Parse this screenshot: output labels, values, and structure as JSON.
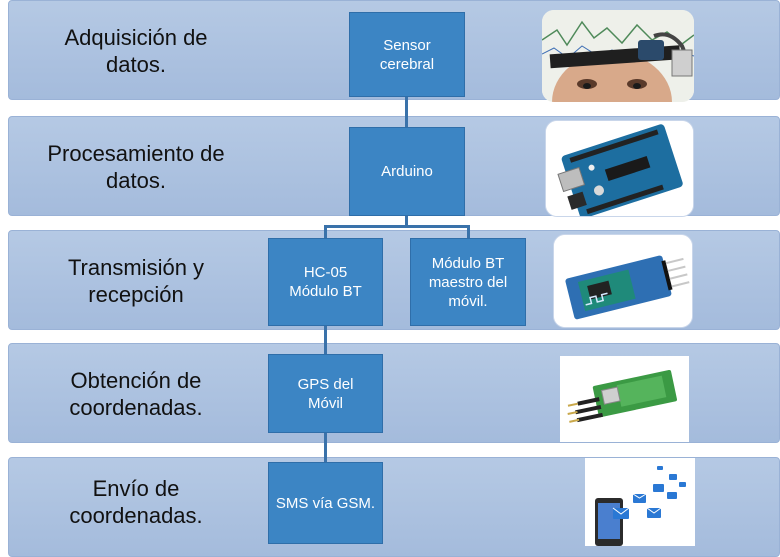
{
  "stages": [
    {
      "label": "Adquisición de\ndatos.",
      "image": "eeg-headset-photo"
    },
    {
      "label": "Procesamiento de\ndatos.",
      "image": "arduino-board-photo"
    },
    {
      "label": "Transmisión y\nrecepción",
      "image": "bluetooth-module-photo"
    },
    {
      "label": "Obtención de\ncoordenadas.",
      "image": "gps-module-photo"
    },
    {
      "label": "Envío de\ncoordenadas.",
      "image": "phone-messages-icon"
    }
  ],
  "nodes": {
    "sensor": "Sensor\ncerebral",
    "arduino": "Arduino",
    "hc05": "HC-05\nMódulo BT",
    "bt_master": "Módulo BT\nmaestro del\nmóvil.",
    "gps": "GPS del\nMóvil",
    "sms": "SMS vía GSM."
  },
  "colors": {
    "band": "#a9bfdf",
    "node": "#3c85c4",
    "connector": "#3a72aa"
  }
}
